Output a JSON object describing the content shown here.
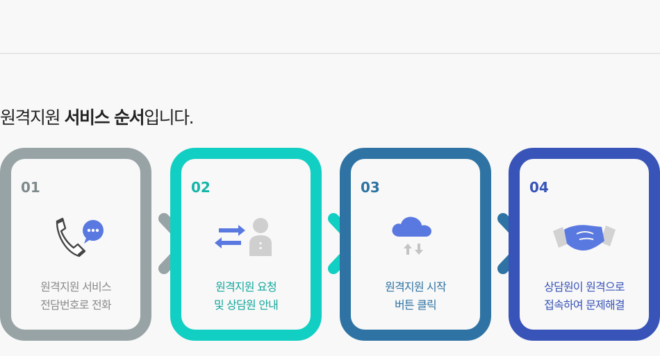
{
  "heading": {
    "part1": "원격지원 ",
    "bold": "서비스 순서",
    "part2": "입니다."
  },
  "colors": {
    "step1": "#98a3a5",
    "step2": "#11cfc2",
    "step3": "#2e73a3",
    "step4": "#3954b8"
  },
  "steps": [
    {
      "number": "01",
      "line1": "원격지원 서비스",
      "line2": "전담번호로 전화",
      "icon": "phone-chat-icon",
      "text_color": "#8a8a8a",
      "num_color": "#7f8a8c"
    },
    {
      "number": "02",
      "line1": "원격지원 요청",
      "line2": "및 상담원 안내",
      "icon": "exchange-agent-icon",
      "text_color": "#14a89c",
      "num_color": "#14b5a9"
    },
    {
      "number": "03",
      "line1": "원격지원 시작",
      "line2": "버튼 클릭",
      "icon": "cloud-transfer-icon",
      "text_color": "#2e73a3",
      "num_color": "#2e73a3"
    },
    {
      "number": "04",
      "line1": "상담원이 원격으로",
      "line2": "접속하여 문제해결",
      "icon": "handshake-icon",
      "text_color": "#3954b8",
      "num_color": "#3954b8"
    }
  ]
}
